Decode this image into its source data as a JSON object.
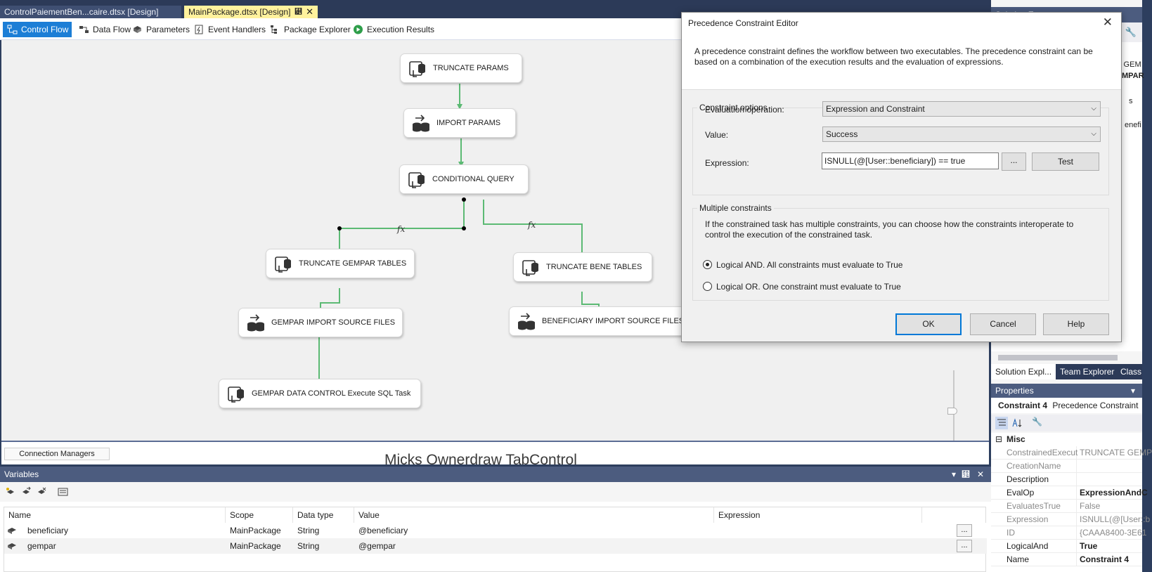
{
  "document_tabs": [
    {
      "label": "ControlPaiementBen...caire.dtsx [Design]",
      "active": false
    },
    {
      "label": "MainPackage.dtsx [Design]",
      "active": true
    }
  ],
  "designer_toolbar": {
    "control_flow": "Control Flow",
    "data_flow": "Data Flow",
    "parameters": "Parameters",
    "event_handlers": "Event Handlers",
    "package_explorer": "Package Explorer",
    "execution_results": "Execution Results"
  },
  "tasks": {
    "truncate_params": "TRUNCATE PARAMS",
    "import_params": "IMPORT PARAMS",
    "conditional_query": "CONDITIONAL QUERY",
    "truncate_gempar": "TRUNCATE GEMPAR TABLES",
    "truncate_bene": "TRUNCATE BENE TABLES",
    "gempar_import": "GEMPAR IMPORT SOURCE FILES",
    "beneficiary_import": "BENEFICIARY IMPORT SOURCE FILES",
    "gempar_data_control": "GEMPAR DATA CONTROL Execute SQL Task"
  },
  "constraint_fx": "fx",
  "connection_managers_tab": "Connection Managers",
  "ownerdraw_label": "Micks Ownerdraw TabControl",
  "variables": {
    "title": "Variables",
    "columns": [
      "Name",
      "Scope",
      "Data type",
      "Value",
      "Expression"
    ],
    "rows": [
      {
        "name": "beneficiary",
        "scope": "MainPackage",
        "data_type": "String",
        "value": "@beneficiary",
        "expression": ""
      },
      {
        "name": "gempar",
        "scope": "MainPackage",
        "data_type": "String",
        "value": "@gempar",
        "expression": ""
      }
    ],
    "ellipsis": "..."
  },
  "dialog": {
    "title": "Precedence Constraint Editor",
    "description": "A precedence constraint defines the workflow between two executables. The precedence constraint can be based on a combination of the execution results and the evaluation of expressions.",
    "constraint_options": {
      "legend": "Constraint options",
      "evaluation_operation_label": "Evaluation operation:",
      "evaluation_operation_value": "Expression and Constraint",
      "value_label": "Value:",
      "value_value": "Success",
      "expression_label": "Expression:",
      "expression_value": "ISNULL(@[User::beneficiary]) == true",
      "ellipsis_button": "...",
      "test_button": "Test"
    },
    "multiple_constraints": {
      "legend": "Multiple constraints",
      "description": "If the constrained task has multiple constraints, you can choose how the constraints interoperate to control the execution of the constrained task.",
      "logical_and": "Logical AND. All constraints must evaluate to True",
      "logical_or": "Logical OR. One constraint must evaluate to True",
      "selected": "and"
    },
    "ok": "OK",
    "cancel": "Cancel",
    "help": "Help"
  },
  "solution_explorer": {
    "title": "Solution Exp",
    "fragments": [
      "s GEM",
      "MPAR",
      "s",
      "enefi"
    ],
    "tabs": [
      "Solution Expl...",
      "Team Explorer",
      "Class"
    ]
  },
  "properties": {
    "title": "Properties",
    "object_name": "Constraint 4",
    "object_type": "Precedence Constraint",
    "category": "Misc",
    "rows": [
      {
        "name": "ConstrainedExecut",
        "value": "TRUNCATE GEMP",
        "value_style": "dim",
        "name_style": "dim"
      },
      {
        "name": "CreationName",
        "value": "",
        "value_style": "dim",
        "name_style": "dim"
      },
      {
        "name": "Description",
        "value": "",
        "value_style": "",
        "name_style": ""
      },
      {
        "name": "EvalOp",
        "value": "ExpressionAndC",
        "value_style": "bold",
        "name_style": ""
      },
      {
        "name": "EvaluatesTrue",
        "value": "False",
        "value_style": "dim",
        "name_style": "dim"
      },
      {
        "name": "Expression",
        "value": "ISNULL(@[User::b",
        "value_style": "dim",
        "name_style": "dim"
      },
      {
        "name": "ID",
        "value": "{CAAA8400-3E61",
        "value_style": "dim",
        "name_style": "dim"
      },
      {
        "name": "LogicalAnd",
        "value": "True",
        "value_style": "bold",
        "name_style": ""
      },
      {
        "name": "Name",
        "value": "Constraint 4",
        "value_style": "bold",
        "name_style": ""
      }
    ]
  },
  "colors": {
    "accent": "#1c7ed6",
    "constraint_green": "#5cba74",
    "panel_title": "#4c5c7f",
    "active_tab": "#fff29d"
  }
}
